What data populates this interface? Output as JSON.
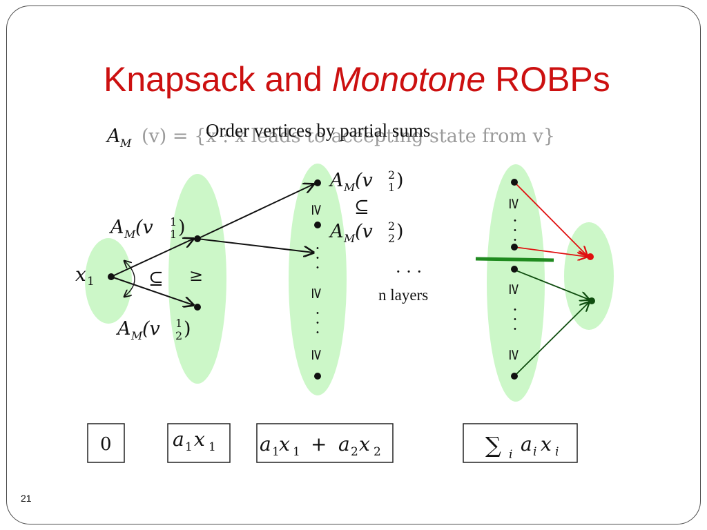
{
  "slide": {
    "title_part1": "Knapsack and ",
    "title_italic": "Monotone",
    "title_part2": " ROBPs",
    "page_number": "21"
  },
  "diagram": {
    "definition": {
      "lhs": "A",
      "lhs_sub": "M",
      "rest_hidden": "(v) = {x : x leads to accepting state from v}"
    },
    "caption": "Order vertices by partial sums",
    "start_node": {
      "label": "x",
      "label_sub": "1"
    },
    "labels": {
      "a_v11": "A",
      "a_v11_sub": "M",
      "a_v11_arg": "(v",
      "a_v11_arg_sub": "1",
      "a_v11_arg_sup": "1",
      "a_v21": "A",
      "a_v21_sub": "M",
      "a_v21_arg": "(v",
      "a_v21_arg_sub": "2",
      "a_v21_arg_sup": "1",
      "a_v12": "A",
      "a_v12_sub": "M",
      "a_v12_arg": "(v",
      "a_v12_arg_sub": "1",
      "a_v12_arg_sup": "2",
      "a_v22": "A",
      "a_v22_sub": "M",
      "a_v22_arg": "(v",
      "a_v22_arg_sub": "2",
      "a_v22_arg_sup": "2",
      "close_paren": ")",
      "subseteq": "⊆",
      "geq": "≥",
      "dots": "· · ·",
      "n_layers": "n layers"
    },
    "boxes": {
      "b0": "0",
      "b1_a": "a",
      "b1_sub1": "1",
      "b1_x": "x",
      "b1_sub2": "1",
      "b2_a1": "a",
      "b2_s1": "1",
      "b2_x1": "x",
      "b2_s2": "1",
      "b2_plus": "+",
      "b2_a2": "a",
      "b2_s3": "2",
      "b2_x2": "x",
      "b2_s4": "2",
      "b3_sum": "∑",
      "b3_i1": "i",
      "b3_a": "a",
      "b3_i2": "i",
      "b3_x": "x",
      "b3_i3": "i"
    },
    "colors": {
      "layer_fill": "#ccf7c8",
      "arrow_black": "#111111",
      "arrow_red": "#e01010",
      "arrow_dark_green": "#0f4d0f",
      "separator_green": "#1f8a1f",
      "accept_node": "#e01010"
    }
  }
}
